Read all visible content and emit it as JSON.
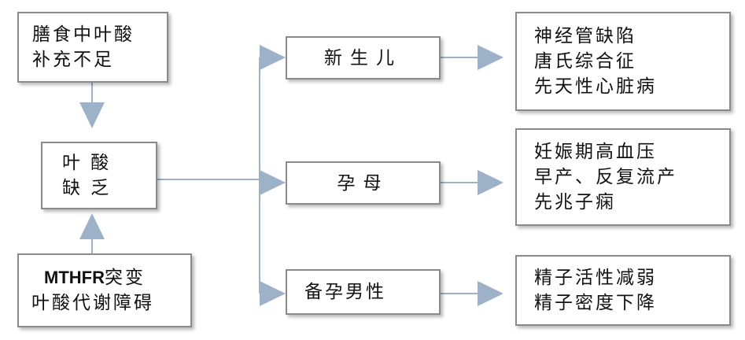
{
  "causes": {
    "diet": {
      "lines": [
        "膳食中叶酸",
        "补充不足"
      ]
    },
    "mthfr": {
      "prefix": "MTHFR",
      "suffix": "突变",
      "line2": "叶酸代谢障碍"
    }
  },
  "center": {
    "lines": [
      "叶 酸",
      "缺 乏"
    ]
  },
  "groups": [
    {
      "label": "新生儿",
      "effects": [
        "神经管缺陷",
        "唐氏综合征",
        "先天性心脏病"
      ]
    },
    {
      "label": "孕母",
      "effects": [
        "妊娠期高血压",
        "早产、反复流产",
        "先兆子痫"
      ]
    },
    {
      "label": "备孕男性",
      "effects": [
        "精子活性减弱",
        "精子密度下降"
      ]
    }
  ],
  "colors": {
    "connector": "#9db2c8",
    "box_border": "#8a8a8a",
    "text": "#111111"
  }
}
